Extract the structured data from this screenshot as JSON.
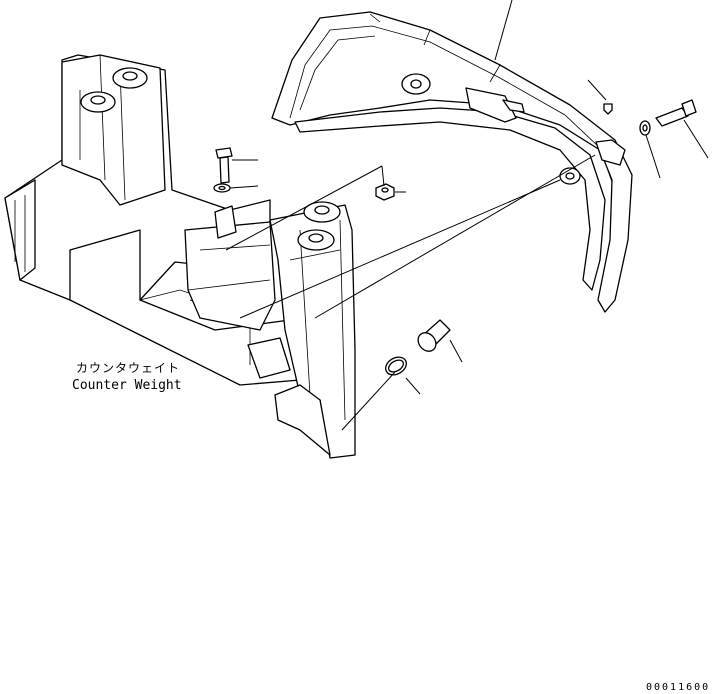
{
  "diagram": {
    "label_counterweight_ja": "カウンタウェイト",
    "label_counterweight_en": "Counter Weight",
    "drawing_code": "00011600"
  },
  "colors": {
    "line": "#000000",
    "background": "#ffffff"
  }
}
